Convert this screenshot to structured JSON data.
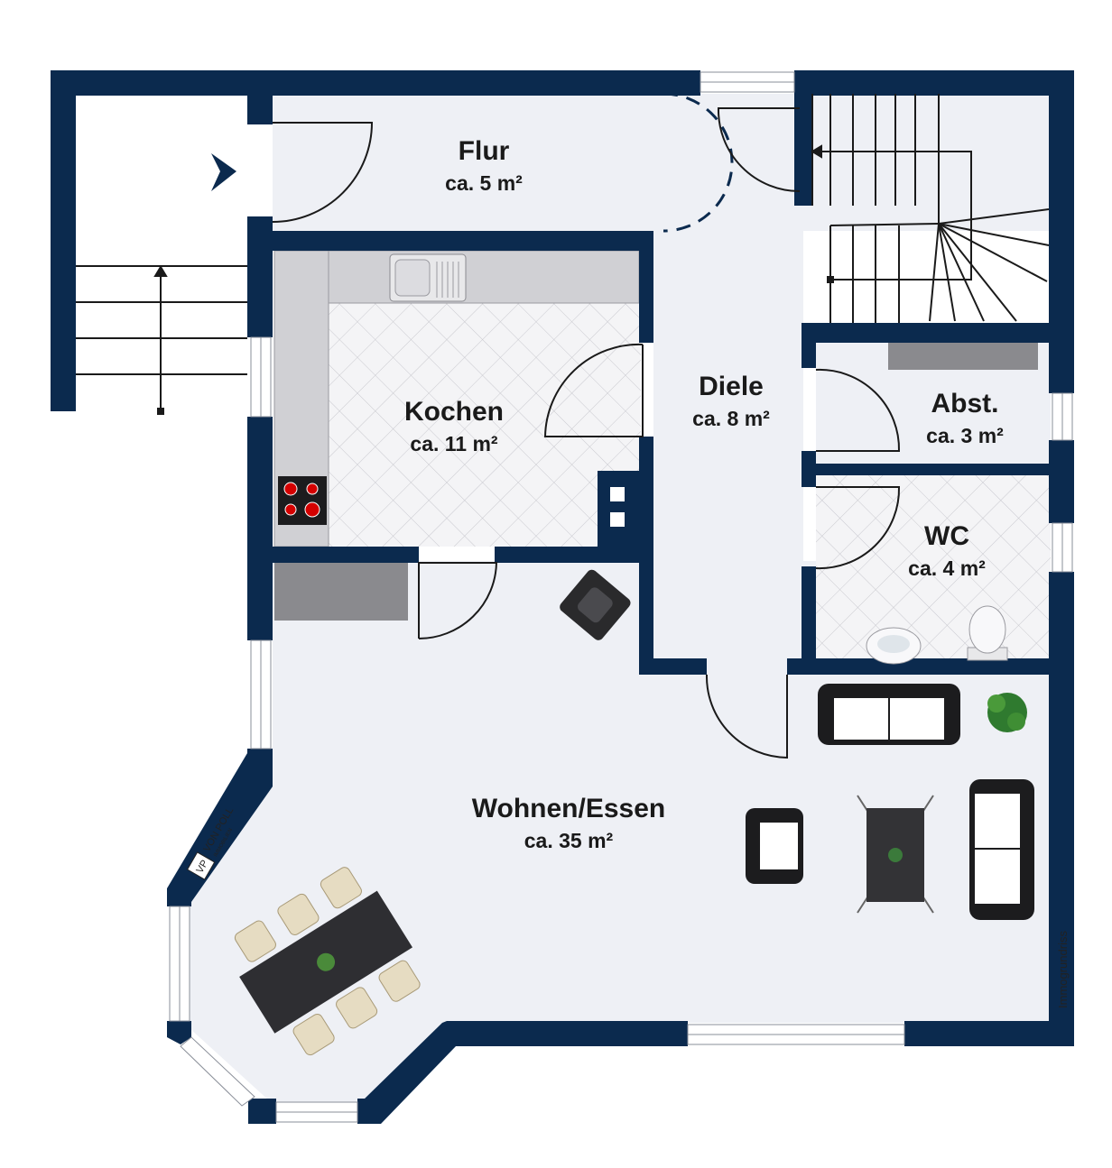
{
  "colors": {
    "wall": "#0b2a4e",
    "floor": "#eef0f5",
    "tile": "#f4f4f6",
    "counter": "#cfcfd2",
    "window": "#ffffff"
  },
  "rooms": {
    "flur": {
      "name": "Flur",
      "area": "ca. 5 m²"
    },
    "kochen": {
      "name": "Kochen",
      "area": "ca. 11 m²"
    },
    "diele": {
      "name": "Diele",
      "area": "ca. 8 m²"
    },
    "abst": {
      "name": "Abst.",
      "area": "ca. 3 m²"
    },
    "wc": {
      "name": "WC",
      "area": "ca. 4 m²"
    },
    "wohnen": {
      "name": "Wohnen/Essen",
      "area": "ca. 35 m²"
    }
  },
  "logo": {
    "brand": "VON POLL",
    "sub": "IMMOBILIEN",
    "mark": "VP"
  },
  "credit": "Immogrundriss"
}
